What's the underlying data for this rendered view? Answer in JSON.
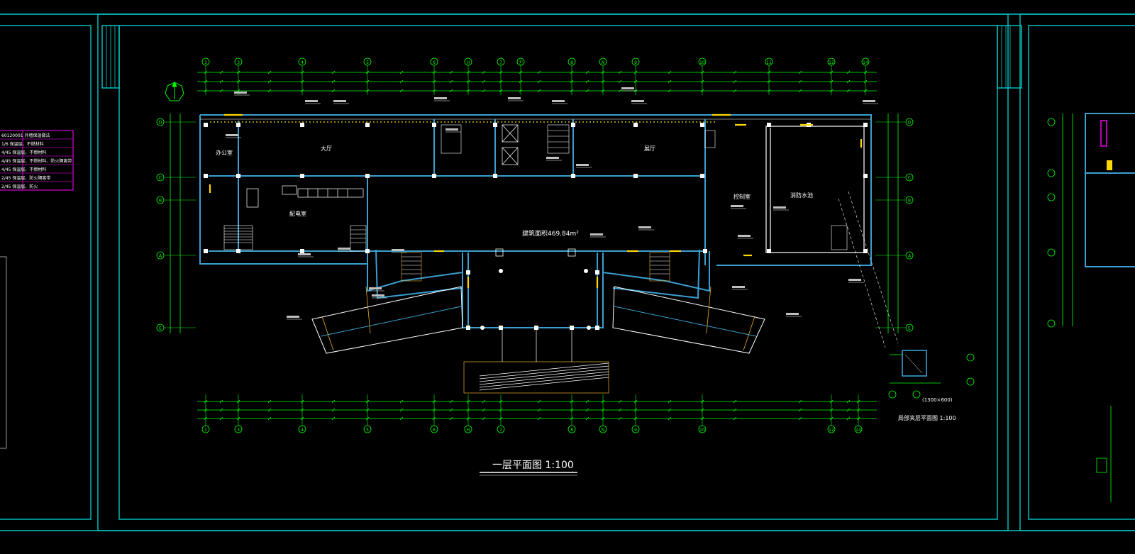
{
  "drawing": {
    "title": "一层平面图 1:100",
    "area_label": "建筑面积469.84m²",
    "colors": {
      "background": "#000000",
      "frame": "#00c8c8",
      "wall": "#3a9fd0",
      "dimension": "#00ff00",
      "grid_axis": "#00ff00",
      "annotation": "#ffffff",
      "highlight": "#ffd800",
      "legend_border": "#ff00ff"
    },
    "grid_top": [
      "1",
      "3",
      "4",
      "5",
      "6",
      "H",
      "7",
      "Ⓟ",
      "8",
      "N",
      "9",
      "10",
      "11",
      "12",
      "14"
    ],
    "grid_bottom": [
      "1",
      "3",
      "4",
      "5",
      "6",
      "H",
      "7",
      "8",
      "N",
      "9",
      "10",
      "12",
      "14"
    ],
    "grid_rows": [
      "D",
      "C",
      "B",
      "A",
      "E"
    ],
    "rooms": [
      {
        "id": "r1",
        "label": "办公室"
      },
      {
        "id": "r2",
        "label": "大厅"
      },
      {
        "id": "r3",
        "label": "配电室"
      },
      {
        "id": "r4",
        "label": "展厅"
      },
      {
        "id": "r5",
        "label": "消防水池"
      },
      {
        "id": "r6",
        "label": "控制室"
      }
    ],
    "detail_title": "局部夹层平面图 1:100",
    "detail_note": "(1300×600)",
    "legend_rows": [
      "1/6 保温层、不燃材料",
      "4/45 保温层、不燃材料",
      "4/45 保温层、不燃材料、防火隔离带",
      "4/45 保温层、不燃材料",
      "2/45 保温层、防火隔离带",
      "2/45 保温层、防火"
    ],
    "legend_header": "60120001 外墙保温做法"
  }
}
